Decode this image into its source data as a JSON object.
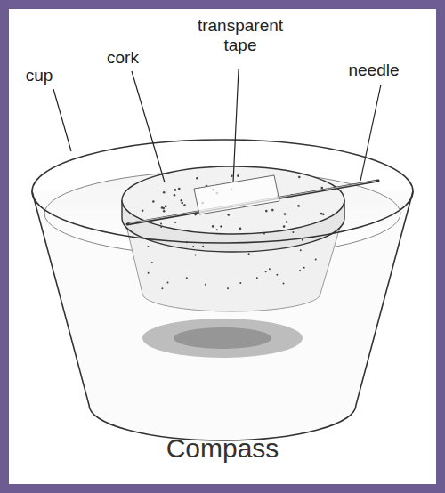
{
  "diagram": {
    "caption": "Compass",
    "labels": [
      "cup",
      "cork",
      "transparent tape",
      "needle"
    ]
  }
}
